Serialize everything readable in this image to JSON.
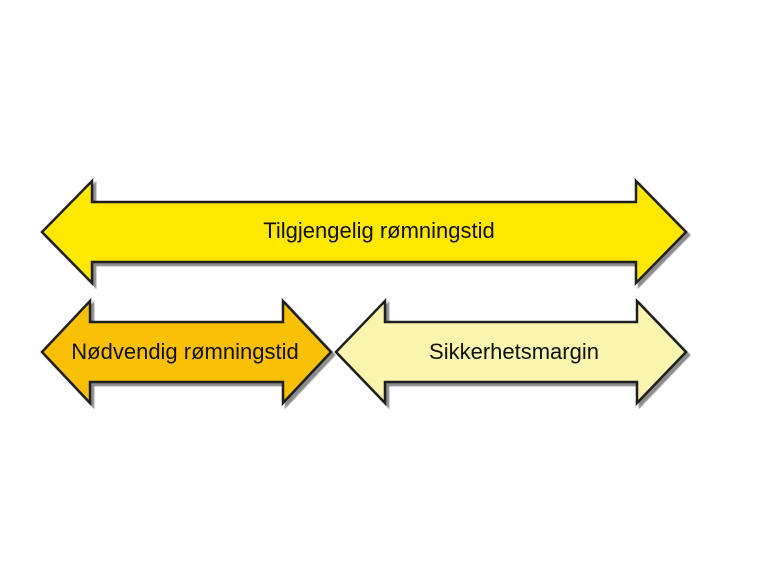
{
  "diagram": {
    "background": "#ffffff",
    "text_color": "#111111",
    "outline_color": "#1f1f1f",
    "arrows": [
      {
        "id": "available-evacuation-time",
        "label": "Tilgjengelig rømningstid",
        "fill": "#ffe800",
        "row": "top"
      },
      {
        "id": "required-evacuation-time",
        "label": "Nødvendig rømningstid",
        "fill": "#f9c006",
        "row": "bottom-left"
      },
      {
        "id": "safety-margin",
        "label": "Sikkerhetsmargin",
        "fill": "#faf5ae",
        "row": "bottom-right"
      }
    ]
  }
}
